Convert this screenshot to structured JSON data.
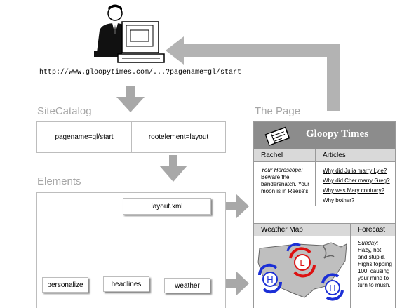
{
  "url": "http://www.gloopytimes.com/...?pagename=gl/start",
  "sections": {
    "sitecatalog": "SiteCatalog",
    "elements": "Elements",
    "the_page": "The Page"
  },
  "sitecatalog": {
    "pagename": "pagename=gl/start",
    "rootelement": "rootelement=layout"
  },
  "elements": {
    "layout": "layout.xml",
    "children": [
      "personalize",
      "headlines",
      "weather"
    ]
  },
  "page": {
    "title": "Gloopy Times",
    "rachel": {
      "heading": "Rachel",
      "horoscope_label": "Your Horoscope:",
      "horoscope_text": "Beware the bandersnatch. Your moon is in Reese's."
    },
    "articles": {
      "heading": "Articles",
      "links": [
        "Why did Julia marry Lyle?",
        "Why did Cher marry Greg?",
        "Why was Mary contrary?",
        "Why bother?"
      ]
    },
    "weather_map": {
      "heading": "Weather Map",
      "markers": [
        "H",
        "L",
        "H",
        "H"
      ]
    },
    "forecast": {
      "heading": "Forecast",
      "day": "Sunday:",
      "text": "Hazy, hot, and stupid. Highs topping 100, causing your mind to turn to mush."
    }
  }
}
